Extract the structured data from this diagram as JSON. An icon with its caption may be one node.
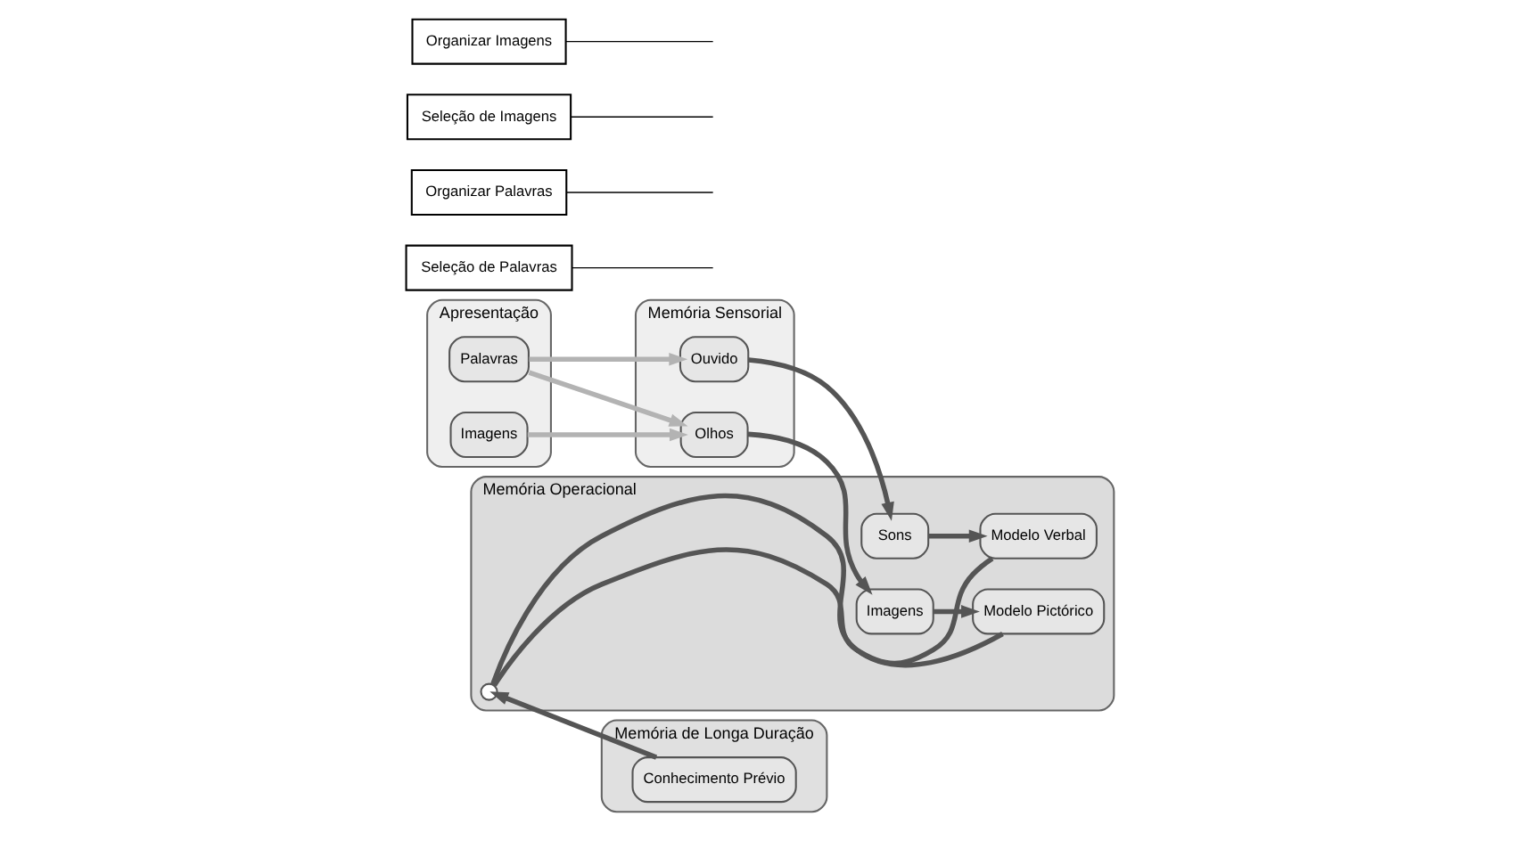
{
  "diagram": {
    "nodes": [
      {
        "text": [
          "Apresentação"
        ]
      },
      {
        "text": [
          "Palavras"
        ],
        "in": 0
      },
      {
        "text": [
          "Imagens"
        ],
        "in": 0
      },
      {
        "text": [
          "Memória Sensorial"
        ]
      },
      {
        "text": [
          "Ouvido"
        ],
        "in": 3
      },
      {
        "text": [
          "Olhos"
        ],
        "in": 3
      },
      {
        "text": [
          "Memória Operacional"
        ]
      },
      {
        "text": [
          "Sons"
        ],
        "in": 6
      },
      {
        "text": [
          "Imagens"
        ],
        "in": 6
      },
      {
        "text": [
          "Modelo Verbal"
        ],
        "in": 6
      },
      {
        "text": [
          "Modelo Pictórico"
        ],
        "in": 6
      },
      {
        "text": [],
        "shape": "circle",
        "in": 6
      },
      {
        "text": [
          "Memória de Longa Duração"
        ]
      },
      {
        "text": [
          "Conhecimento Prévio"
        ],
        "in": 12
      },
      {
        "text": [
          "Seleção de Palavras"
        ]
      },
      {
        "text": [
          "Organizar Palavras"
        ]
      },
      {
        "text": [
          "Seleção de Imagens"
        ]
      },
      {
        "text": [
          "Organizar Imagens"
        ]
      }
    ],
    "edges": [
      {
        "from": 1,
        "to": 4,
        "arrow": "to",
        "color": "#b3b3b3"
      },
      {
        "from": 1,
        "to": 5,
        "arrow": "to",
        "color": "#b3b3b3"
      },
      {
        "from": 2,
        "to": 5,
        "arrow": "to",
        "color": "#b3b3b3"
      },
      {
        "from": 4,
        "to": 7,
        "arrow": "to"
      },
      {
        "from": 5,
        "to": 8,
        "arrow": "to"
      },
      {
        "from": 7,
        "to": 9,
        "arrow": "to"
      },
      {
        "from": 8,
        "to": 10,
        "arrow": "to"
      },
      {
        "from": 9,
        "to": 11,
        "arrow": "none"
      },
      {
        "from": 10,
        "to": 11,
        "arrow": "none"
      },
      {
        "from": 13,
        "to": 11,
        "arrow": "to"
      },
      {
        "from": 14,
        "to": null,
        "arrow": "none",
        "color": "#000000"
      },
      {
        "from": 15,
        "to": null,
        "arrow": "none",
        "color": "#000000"
      },
      {
        "from": 16,
        "to": null,
        "arrow": "none",
        "color": "#000000"
      },
      {
        "from": 17,
        "to": null,
        "arrow": "none",
        "color": "#000000"
      }
    ]
  }
}
